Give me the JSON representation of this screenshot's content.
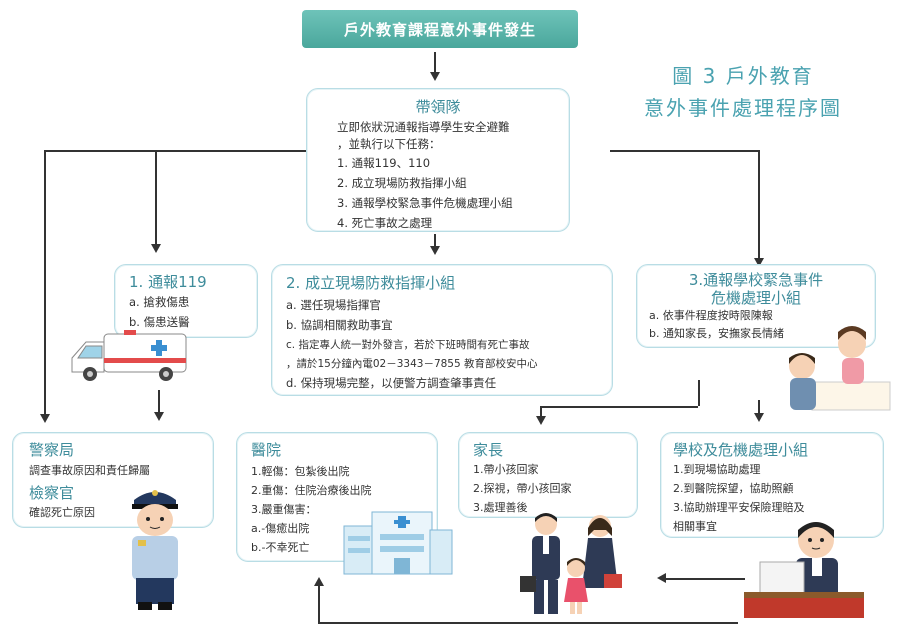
{
  "header": {
    "title": "戶外教育課程意外事件發生"
  },
  "figure_title": [
    "圖 3 戶外教育",
    "意外事件處理程序圖"
  ],
  "leader": {
    "title": "帶領隊",
    "lines": [
      "立即依狀況通報指導學生安全避難",
      "，並執行以下任務：",
      "1. 通報119、110",
      "2. 成立現場防救指揮小組",
      "3. 通報學校緊急事件危機處理小組",
      "4. 死亡事故之處理"
    ]
  },
  "report119": {
    "title": "1. 通報119",
    "lines": [
      "a. 搶救傷患",
      "b. 傷患送醫"
    ]
  },
  "command": {
    "title": "2. 成立現場防救指揮小組",
    "lines": [
      "a. 選任現場指揮官",
      "b. 協調相關救助事宜",
      "c. 指定專人統一對外發言，若於下班時間有死亡事故",
      "，請於15分鐘內電02－3343－7855 教育部校安中心",
      "d. 保持現場完整，以便警方調查肇事責任"
    ]
  },
  "school_report": {
    "title_lines": [
      "3.通報學校緊急事件",
      "危機處理小組"
    ],
    "lines": [
      "a. 依事件程度按時限陳報",
      "b. 通知家長，安撫家長情緒"
    ]
  },
  "police": {
    "title": "警察局",
    "line1": "調查事故原因和責任歸屬",
    "subtitle": "檢察官",
    "line2": "確認死亡原因"
  },
  "hospital": {
    "title": "醫院",
    "lines": [
      "1.輕傷：包紮後出院",
      "2.重傷：住院治療後出院",
      "3.嚴重傷害：",
      "a.-傷癒出院",
      "b.-不幸死亡"
    ]
  },
  "parents": {
    "title": "家長",
    "lines": [
      "1.帶小孩回家",
      "2.探視，帶小孩回家",
      "3.處理善後"
    ]
  },
  "crisis": {
    "title": "學校及危機處理小組",
    "lines": [
      "1.到現場協助處理",
      "2.到醫院探望，協助照顧",
      "3.協助辦理平安保險理賠及",
      "相關事宜"
    ]
  },
  "colors": {
    "accent": "#4aa79c",
    "heading": "#3e8c9b",
    "border": "#b9dde5"
  }
}
